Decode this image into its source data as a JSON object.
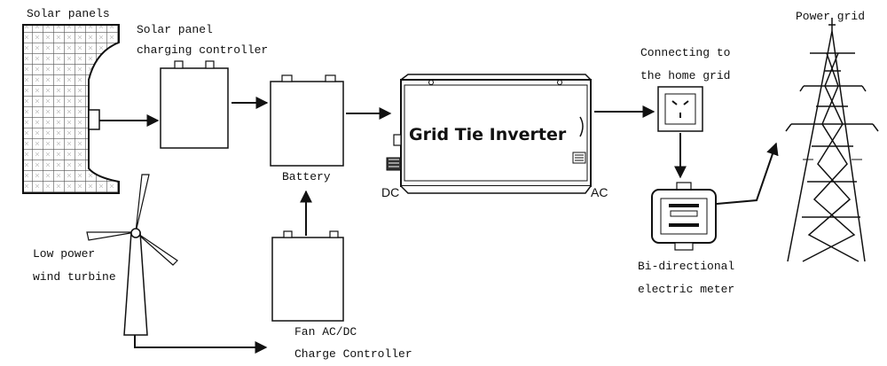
{
  "labels": {
    "solar_panels": "Solar panels",
    "controller_line1": "Solar panel",
    "controller_line2": "charging controller",
    "battery": "Battery",
    "inverter": "Grid Tie Inverter",
    "dc": "DC",
    "ac": "AC",
    "home_grid_line1": "Connecting to",
    "home_grid_line2": "the home grid",
    "power_grid": "Power grid",
    "meter_line1": "Bi-directional",
    "meter_line2": "electric meter",
    "wind_line1": "Low power",
    "wind_line2": "wind turbine",
    "fan_line1": "Fan AC/DC",
    "fan_line2": "Charge Controller"
  },
  "colors": {
    "stroke": "#111111",
    "panel_grid": "#555555",
    "background": "#ffffff"
  },
  "icons": [
    "solar-panel-icon",
    "wind-turbine-icon",
    "battery-icon",
    "inverter-icon",
    "power-outlet-icon",
    "electric-meter-icon",
    "transmission-tower-icon"
  ]
}
